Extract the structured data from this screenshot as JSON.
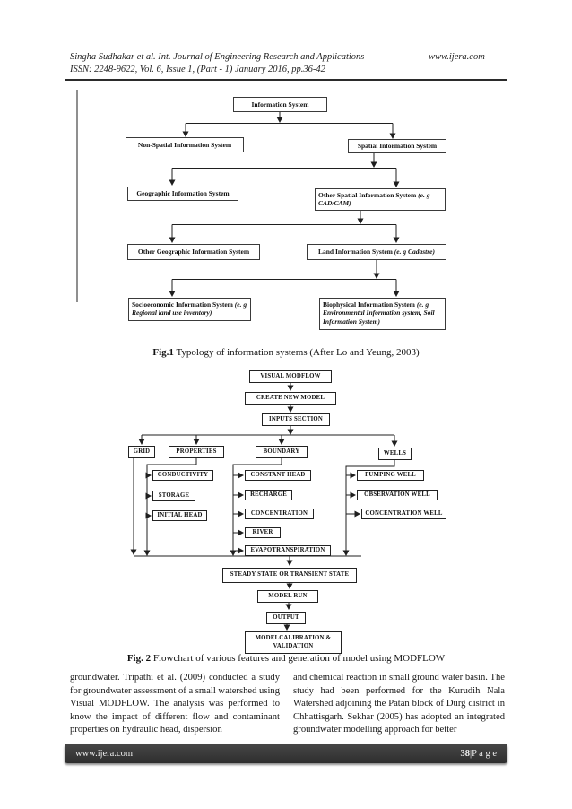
{
  "header": {
    "line1": "Singha Sudhakar et al. Int. Journal of Engineering Research and Applications",
    "site": "www.ijera.com",
    "line2": "ISSN: 2248-9622, Vol. 6, Issue 1, (Part - 1) January 2016, pp.36-42"
  },
  "fig1": {
    "caption_label": "Fig.1",
    "caption_text": " Typology of information systems (After Lo and Yeung, 2003)",
    "nodes": {
      "info": {
        "label": "Information System"
      },
      "non_spatial": {
        "label": "Non-Spatial Information System"
      },
      "spatial": {
        "label": "Spatial Information System"
      },
      "gis": {
        "label": "Geographic Information System"
      },
      "other_spatial": {
        "label": "Other Spatial Information System",
        "note": "(e. g CAD/CAM)"
      },
      "other_geo": {
        "label": "Other Geographic Information System"
      },
      "lis": {
        "label": "Land Information System",
        "note": "(e. g Cadastre)"
      },
      "socio": {
        "label": "Socioeconomic Information System",
        "note": "(e. g Regional land use inventory)"
      },
      "bio": {
        "label": "Biophysical Information System",
        "note": "(e. g Environmental Information system, Soil Information System)"
      }
    }
  },
  "fig2": {
    "caption_label": "Fig. 2",
    "caption_text": " Flowchart of various features and generation of model using MODFLOW",
    "nodes": {
      "visual_modflow": "VISUAL MODFLOW",
      "create_new_model": "CREATE NEW MODEL",
      "inputs_section": "INPUTS SECTION",
      "grid": "GRID",
      "properties": "PROPERTIES",
      "boundary": "BOUNDARY",
      "wells": "WELLS",
      "conductivity": "CONDUCTIVITY",
      "storage": "STORAGE",
      "initial_head": "INITIAL HEAD",
      "constant_head": "CONSTANT HEAD",
      "recharge": "RECHARGE",
      "concentration": "CONCENTRATION",
      "river": "RIVER",
      "evapotranspiration": "EVAPOTRANSPIRATION",
      "pumping_well": "PUMPING WELL",
      "observation_well": "OBSERVATION WELL",
      "concentration_well": "CONCENTRATION WELL",
      "steady_state": "STEADY STATE OR TRANSIENT STATE",
      "model_run": "MODEL RUN",
      "output": "OUTPUT",
      "calibration": "MODELCALIBRATION & VALIDATION"
    }
  },
  "body": {
    "col1": "groundwater. Tripathi et al. (2009) conducted a study for groundwater assessment of a small watershed using Visual MODFLOW. The analysis was performed to know the impact of different flow and contaminant properties on hydraulic head, dispersion",
    "col2": "and chemical reaction in small ground water basin. The study had been performed for the Kurudih Nala Watershed adjoining the Patan block of Durg district in Chhattisgarh.  Sekhar (2005) has adopted an integrated groundwater modelling approach for better"
  },
  "footer": {
    "site": "www.ijera.com",
    "page_number": "38",
    "page_suffix": "|P a g e"
  }
}
